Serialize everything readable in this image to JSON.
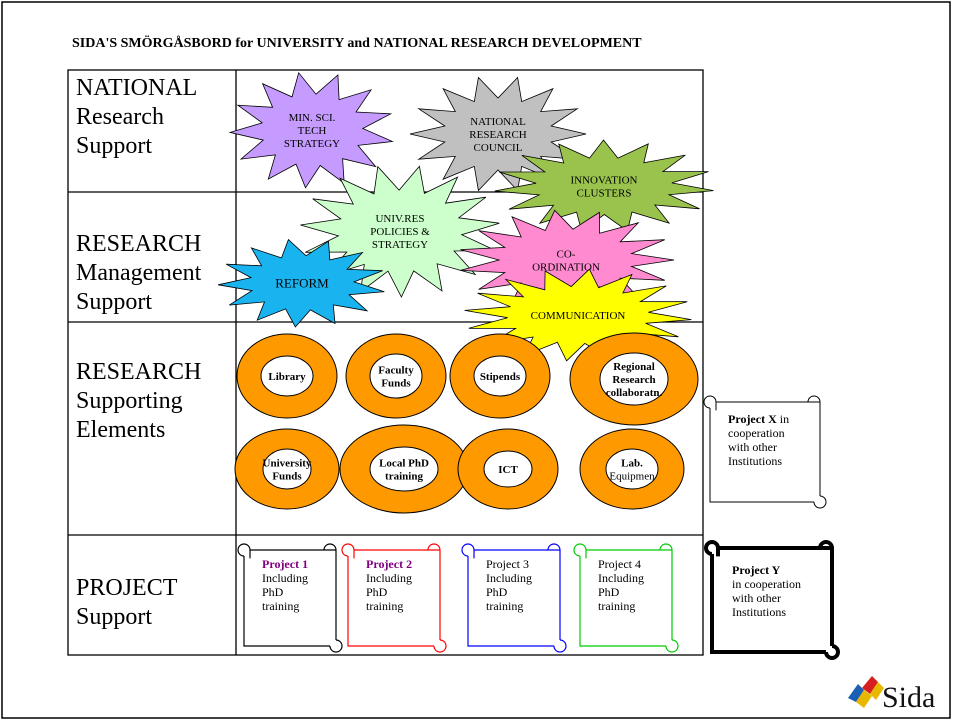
{
  "title": "SIDA'S SMÖRGÅSBORD for UNIVERSITY and NATIONAL RESEARCH DEVELOPMENT",
  "rows": [
    {
      "lines": [
        "NATIONAL",
        "Research",
        "Support"
      ]
    },
    {
      "lines": [
        "RESEARCH",
        "Management",
        "Support"
      ]
    },
    {
      "lines": [
        "RESEARCH",
        "Supporting",
        "Elements"
      ]
    },
    {
      "lines": [
        "PROJECT",
        "Support"
      ]
    }
  ],
  "bursts": [
    {
      "lines": [
        "MIN. SCI.",
        "TECH",
        "STRATEGY"
      ],
      "fill": "#c59bff"
    },
    {
      "lines": [
        "NATIONAL",
        "RESEARCH",
        "COUNCIL"
      ],
      "fill": "#c0c0c0"
    },
    {
      "lines": [
        "INNOVATION",
        "CLUSTERS"
      ],
      "fill": "#99c34d"
    },
    {
      "lines": [
        "UNIV.RES",
        "POLICIES &",
        "STRATEGY"
      ],
      "fill": "#ccffcc"
    },
    {
      "lines": [
        "CO-",
        "ORDINATION"
      ],
      "fill": "#ff8ad0"
    },
    {
      "lines": [
        "REFORM"
      ],
      "fill": "#19b3f0"
    },
    {
      "lines": [
        "COMMUNICATION"
      ],
      "fill": "#ffff00"
    }
  ],
  "rings": [
    {
      "lines": [
        "Library"
      ]
    },
    {
      "lines": [
        "Faculty",
        "Funds"
      ]
    },
    {
      "lines": [
        "Stipends"
      ]
    },
    {
      "lines": [
        "Regional",
        "Research",
        "collaboratn."
      ]
    },
    {
      "lines": [
        "University",
        "Funds"
      ]
    },
    {
      "lines": [
        "Local PhD",
        "training"
      ]
    },
    {
      "lines": [
        "ICT"
      ]
    },
    {
      "lines": [
        "Lab.",
        "Equipmen"
      ]
    }
  ],
  "ring_color": "#ff9900",
  "projects": [
    {
      "name": "Project 1",
      "rest": [
        "Including",
        "PhD",
        "training"
      ],
      "color": "#000000",
      "name_color": "#800080"
    },
    {
      "name": "Project 2",
      "rest": [
        "Including",
        "PhD",
        "training"
      ],
      "color": "#ff0000",
      "name_color": "#800080"
    },
    {
      "name": "Project 3",
      "rest": [
        "Including",
        "PhD",
        "training"
      ],
      "color": "#0000ff",
      "name_color": "#000000"
    },
    {
      "name": "Project 4",
      "rest": [
        "Including",
        "PhD",
        "training"
      ],
      "color": "#00cc00",
      "name_color": "#000000"
    }
  ],
  "project_x": {
    "name": "Project X",
    "suffix": " in",
    "rest": [
      "cooperation",
      "with other",
      "Institutions"
    ]
  },
  "project_y": {
    "name": "Project Y",
    "rest": [
      "in cooperation",
      "with other",
      "Institutions"
    ]
  },
  "logo": {
    "text": "Sida"
  }
}
